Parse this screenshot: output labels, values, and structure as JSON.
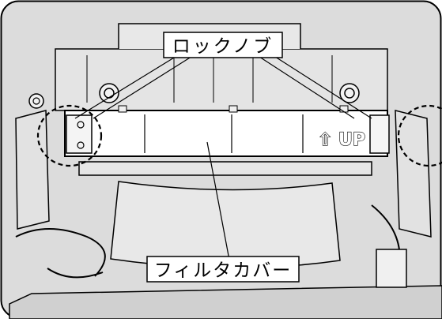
{
  "labels": {
    "lock_knob": "ロックノブ",
    "filter_cover": "フィルタカバー",
    "up_marking": "⇧ UP"
  },
  "colors": {
    "background": "#dcdcdc",
    "lines": "#000000",
    "cover_fill": "#ffffff",
    "label_box_fill": "#ffffff"
  }
}
